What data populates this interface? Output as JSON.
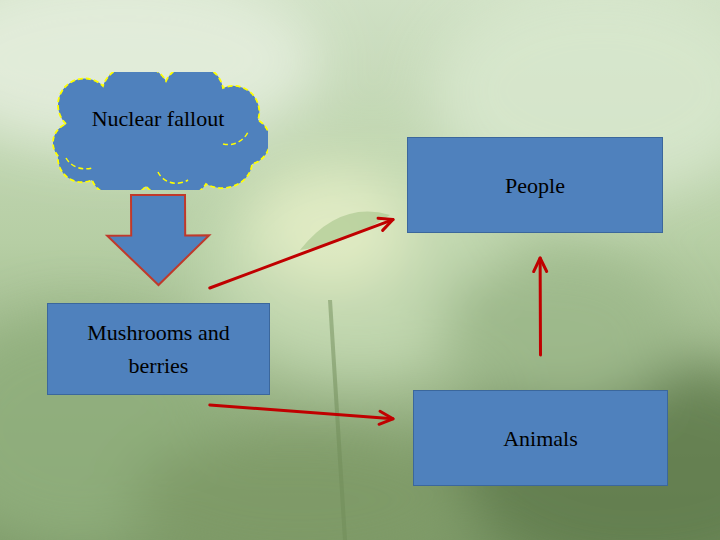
{
  "diagram": {
    "nodes": [
      {
        "text": [
          "Nuclear fallout"
        ]
      },
      {
        "text": [
          "People"
        ]
      },
      {
        "text": [
          "Mushrooms and berries"
        ]
      },
      {
        "text": [
          "Animals"
        ]
      }
    ],
    "edges": [
      {
        "from": 0,
        "to": 2,
        "arrow": "to"
      },
      {
        "from": 2,
        "to": 1,
        "arrow": "to"
      },
      {
        "from": 2,
        "to": 3,
        "arrow": "to"
      },
      {
        "from": 3,
        "to": 1,
        "arrow": "to"
      }
    ]
  }
}
